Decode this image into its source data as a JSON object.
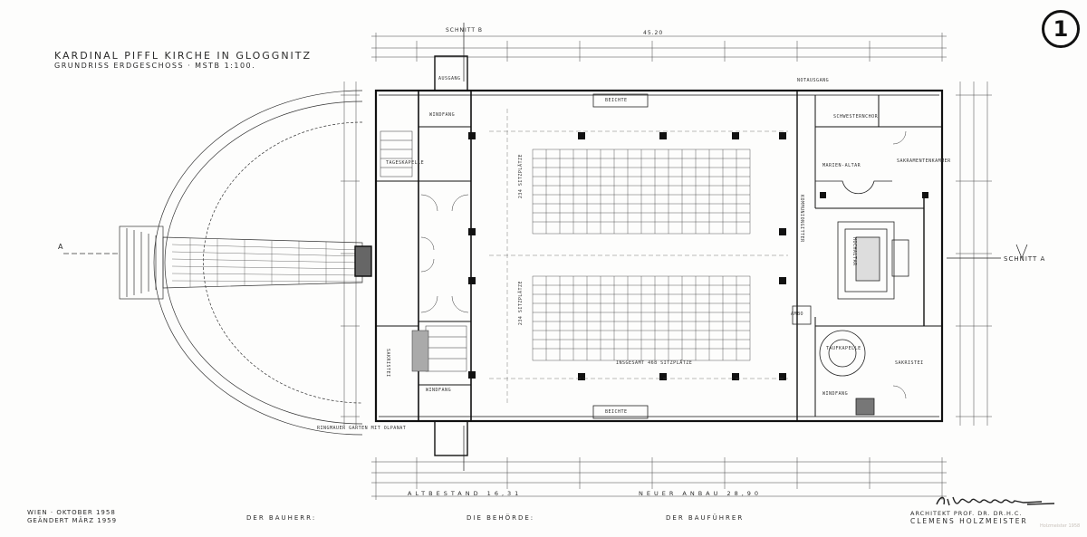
{
  "sheet": {
    "number": "1",
    "title": "KARDINAL PIFFL KIRCHE IN GLOGGNITZ",
    "subtitle": "GRUNDRISS ERDGESCHOSS · MSTB 1:100.",
    "date_line1": "WIEN · OKTOBER 1958",
    "date_line2": "GEÄNDERT MÄRZ 1959",
    "sign_bauherr": "DER BAUHERR:",
    "sign_behoerde": "DIE BEHÖRDE:",
    "sign_baufuehrer": "DER BAUFÜHRER",
    "architect_line1": "ARCHITEKT PROF. DR. DR.H.C.",
    "architect_line2": "CLEMENS HOLZMEISTER",
    "stamp": "Holzmeister 1958"
  },
  "annotations": {
    "altbestand": "ALTBESTAND 16,31",
    "neuer_anbau": "NEUER ANBAU 28,90",
    "schnitt_a": "SCHNITT A",
    "schnitt_a_left": "A",
    "schnitt_b": "SCHNITT B",
    "overall_width": "45.20"
  },
  "rooms": {
    "windfang_top": "WINDFANG",
    "ausgang": "AUSGANG",
    "beichte_top": "BEICHTE",
    "beichte_bottom": "BEICHTE",
    "tageskapelle": "TAGESKAPELLE",
    "sakristei_left": "SAKRISTEI",
    "windfang_bottom": "WINDFANG",
    "gemeinsam": "INSGESAMT 468 SITZPLÄTZE",
    "sitzplaetze_top": "234 SITZPLÄTZE",
    "sitzplaetze_bottom": "234 SITZPLÄTZE",
    "notausgang": "NOTAUSGANG",
    "schwesternchor": "SCHWESTERNCHOR",
    "marienaltar": "MARIEN-ALTAR",
    "sakramentenkammer": "SAKRAMENTENKAMMER",
    "hochaltar": "HOCHALTAR",
    "taufkapelle": "TAUFKAPELLE",
    "sakristei_right": "SAKRISTEI",
    "windfang_right": "WINDFANG",
    "ambo": "AMBO",
    "kommunionbank": "KOMMUNIONGITTER",
    "ringmauer": "RINGMAUER GARTEN MIT OLPANAT"
  }
}
